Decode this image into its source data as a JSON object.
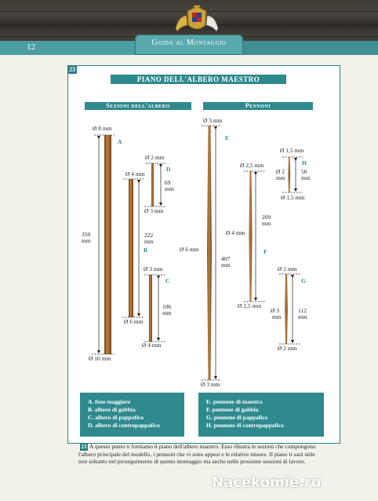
{
  "header": {
    "page_number": "12",
    "section_title": "Guida al Montaggio",
    "crest_icon": "royal-coat-of-arms-icon"
  },
  "plan": {
    "number": "23",
    "title": "PIANO DELL'ALBERO MAESTRO",
    "sections_heading": "Sezioni dell'albero",
    "yards_heading": "Pennoni"
  },
  "mast_sections": {
    "A": {
      "letter": "A",
      "top": "Ø 8 mm",
      "bottom": "Ø 10 mm",
      "length": "350",
      "unit": "mm"
    },
    "B": {
      "letter": "B",
      "top": "Ø 4 mm",
      "bottom": "Ø 6 mm",
      "length": "222",
      "unit": "mm"
    },
    "C": {
      "letter": "C",
      "top": "Ø 3 mm",
      "bottom": "Ø 4 mm",
      "length": "106",
      "unit": "mm"
    },
    "D": {
      "letter": "D",
      "top": "Ø 2 mm",
      "bottom": "Ø 3 mm",
      "length": "69",
      "unit": "mm"
    }
  },
  "yards": {
    "E": {
      "letter": "E",
      "end_top": "Ø 3 mm",
      "end_bottom": "Ø 3 mm",
      "middle": "Ø 6 mm",
      "length": "407",
      "unit": "mm"
    },
    "F": {
      "letter": "F",
      "end_top": "Ø 2,5 mm",
      "end_bottom": "Ø 2,5 mm",
      "middle": "Ø 4 mm",
      "length": "209",
      "unit": "mm"
    },
    "G": {
      "letter": "G",
      "end_top": "Ø 2 mm",
      "end_bottom": "Ø 2 mm",
      "middle": "Ø 3",
      "middle_unit": "mm",
      "length": "112",
      "unit": "mm"
    },
    "H": {
      "letter": "H",
      "end_top": "Ø 1,5 mm",
      "end_bottom": "Ø 1,5 mm",
      "middle": "Ø 2",
      "middle_unit": "mm",
      "length": "56",
      "unit": "mm"
    }
  },
  "legend_sections": [
    "A. fuso maggiore",
    "B. albero di gabbia",
    "C. albero di pappafico",
    "D. albero di contropappafico"
  ],
  "legend_yards": [
    "E. pennone di maestra",
    "F. pennone di gabbia",
    "G. pennone di pappafico",
    "H. pennone di contropappafico"
  ],
  "footer": {
    "number": "23",
    "text": "A questo punto ti forniamo il piano dell'albero maestro. Esso illustra le sezioni che compongono l'albero principale del modello, i pennoni che vi sono appesi e le relative misure. Il piano ti sarà utile non soltanto nel proseguimento di questo montaggio ma anche nelle prossime sessioni di lavoro."
  },
  "watermark": "Nacekomie.ru",
  "colors": {
    "teal": "#2f8a8e",
    "wood": "#a86a2c",
    "background": "#f3f2ea"
  }
}
